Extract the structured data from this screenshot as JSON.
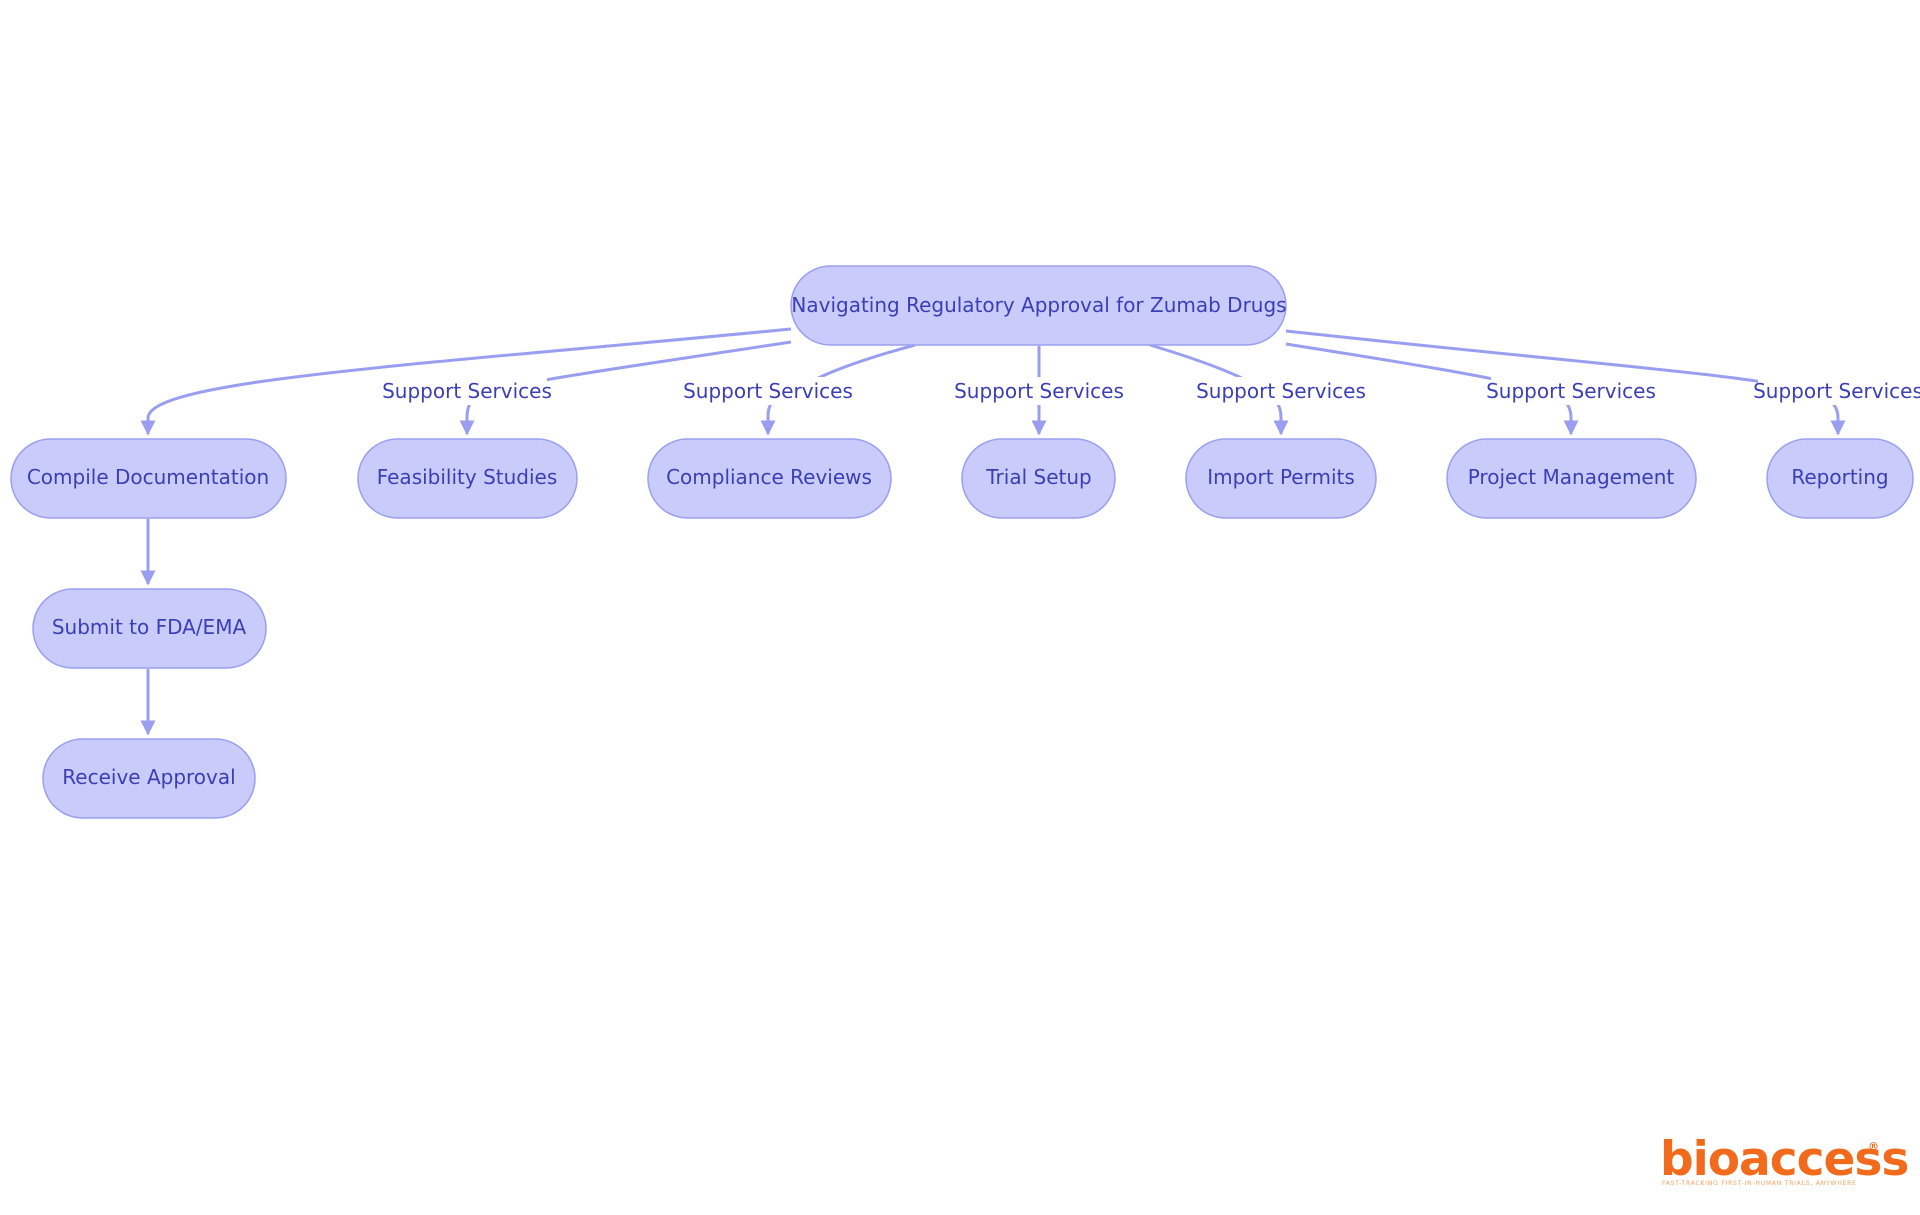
{
  "diagram": {
    "type": "flowchart",
    "nodes": {
      "root": "Navigating Regulatory Approval for Zumab Drugs",
      "compile": "Compile Documentation",
      "submit": "Submit to FDA/EMA",
      "receive": "Receive Approval",
      "feasibility": "Feasibility Studies",
      "compliance": "Compliance Reviews",
      "trial": "Trial Setup",
      "import": "Import Permits",
      "project": "Project Management",
      "reporting": "Reporting"
    },
    "edges": [
      {
        "from": "root",
        "to": "compile",
        "label": ""
      },
      {
        "from": "root",
        "to": "feasibility",
        "label": "Support Services"
      },
      {
        "from": "root",
        "to": "compliance",
        "label": "Support Services"
      },
      {
        "from": "root",
        "to": "trial",
        "label": "Support Services"
      },
      {
        "from": "root",
        "to": "import",
        "label": "Support Services"
      },
      {
        "from": "root",
        "to": "project",
        "label": "Support Services"
      },
      {
        "from": "root",
        "to": "reporting",
        "label": "Support Services"
      },
      {
        "from": "compile",
        "to": "submit",
        "label": ""
      },
      {
        "from": "submit",
        "to": "receive",
        "label": ""
      }
    ],
    "edge_labels": {
      "feasibility": "Support Services",
      "compliance": "Support Services",
      "trial": "Support Services",
      "import": "Support Services",
      "project": "Support Services",
      "reporting": "Support Services"
    }
  },
  "logo": {
    "brand": "bioaccess",
    "mark": "®",
    "tagline": "FAST-TRACKING FIRST-IN-HUMAN TRIALS, ANYWHERE"
  },
  "colors": {
    "node_fill": "#c9cbfb",
    "node_stroke": "#9b9ff0",
    "edge": "#9a9ef0",
    "text": "#3b3fb5",
    "brand": "#f26b1d"
  }
}
